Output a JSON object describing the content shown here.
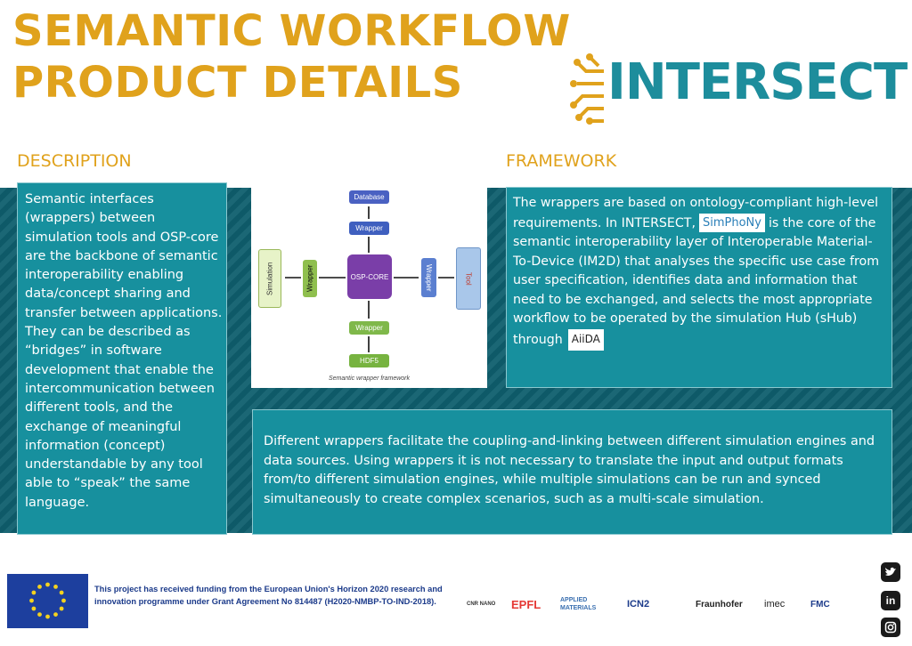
{
  "header": {
    "title_line1": "SEMANTIC WORKFLOW",
    "title_line2": "PRODUCT DETAILS",
    "logo_text": "INTERSECT"
  },
  "sections": {
    "description_label": "DESCRIPTION",
    "framework_label": "FRAMEWORK"
  },
  "description": {
    "text": "Semantic interfaces (wrappers) between simulation tools and OSP-core are the backbone of semantic interoperability enabling data/concept sharing and transfer between applications.",
    "text2": "They can be described as “bridges” in software development that enable the intercommunication between different tools, and the exchange of meaningful information (concept) understandable by any tool able to “speak” the same language."
  },
  "figure": {
    "database": "Database",
    "wrapper_top": "Wrapper",
    "simulation": "Simulation",
    "wrapper_left": "Wrapper",
    "osp_core": "OSP-CORE",
    "wrapper_right": "Wrapper",
    "tool": "Tool",
    "wrapper_bottom": "Wrapper",
    "hdf5": "HDF5",
    "caption": "Semantic wrapper framework"
  },
  "framework": {
    "part1": "The wrappers are based on ontology-compliant high-level requirements. In INTERSECT,",
    "simphony_logo": "SimPhoNy",
    "part2": "is the core of the semantic interoperability layer of Interoperable Material-To-Device (IM2D) that analyses the specific use case from user specification, identifies data and information that need to be exchanged, and selects the most appropriate workflow to be operated by the simulation Hub (sHub) through",
    "aiida_logo": "AiiDA"
  },
  "bottom": {
    "text": "Different wrappers facilitate the coupling-and-linking between different simulation engines and data sources. Using wrappers it is not necessary to translate the input and output formats from/to different simulation engines, while multiple simulations can be run and synced simultaneously to create complex scenarios, such as a multi-scale simulation."
  },
  "footer": {
    "funding": "This project has received funding from the European Union's Horizon 2020 research and innovation programme under Grant Agreement No 814487 (H2020-NMBP-TO-IND-2018).",
    "partners": [
      "CNR NANO",
      "EPFL",
      "APPLIED MATERIALS",
      "ICN2",
      "Fraunhofer",
      "imec",
      "FMC"
    ]
  },
  "colors": {
    "accent": "#e0a21c",
    "teal": "#17909e",
    "dark_teal": "#0f5f6e",
    "eu_blue": "#1d3f9e"
  }
}
